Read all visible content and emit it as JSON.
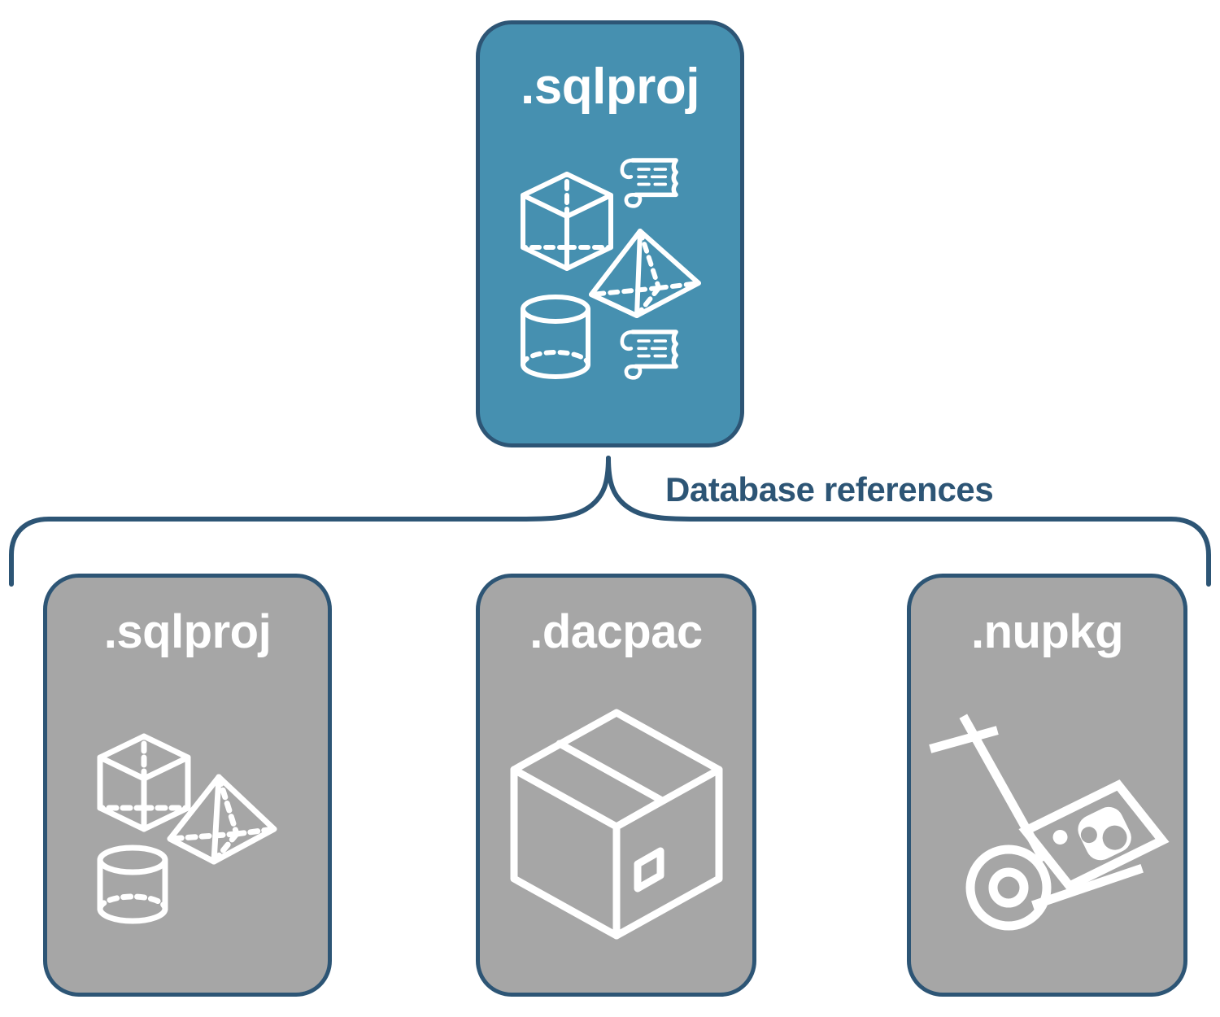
{
  "diagram": {
    "title_label": "Database references",
    "colors": {
      "primary_fill": "#4690b0",
      "secondary_fill": "#a6a6a6",
      "stroke": "#2d5575",
      "icon": "#ffffff",
      "background": "#ffffff"
    },
    "root": {
      "label": ".sqlproj",
      "icons": [
        "cube-wireframe-icon",
        "pyramid-wireframe-icon",
        "cylinder-wireframe-icon",
        "scroll-script-icon",
        "scroll-script-icon"
      ]
    },
    "connector": {
      "type": "curly-brace",
      "label": "Database references"
    },
    "children": [
      {
        "label": ".sqlproj",
        "icons": [
          "cube-wireframe-icon",
          "pyramid-wireframe-icon",
          "cylinder-wireframe-icon"
        ]
      },
      {
        "label": ".dacpac",
        "icons": [
          "package-box-icon"
        ]
      },
      {
        "label": ".nupkg",
        "icons": [
          "hand-truck-nuget-package-icon"
        ]
      }
    ]
  }
}
